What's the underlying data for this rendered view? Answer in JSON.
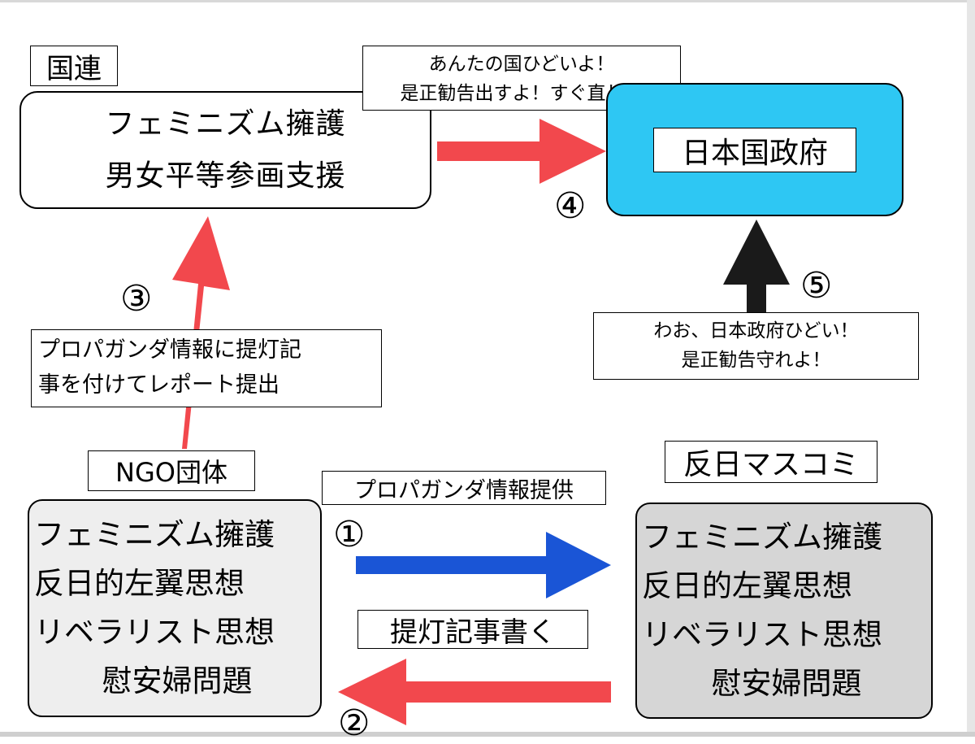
{
  "un": {
    "label": "国連",
    "lines": [
      "フェミニズム擁護",
      "男女平等参画支援"
    ]
  },
  "gov": {
    "label": "日本国政府"
  },
  "speech_un_to_gov": [
    "あんたの国ひどいよ！",
    "是正勧告出すよ！すぐ直し！"
  ],
  "speech_to_gov": [
    "わお、日本政府ひどい！",
    "是正勧告守れよ！"
  ],
  "ngo_report": [
    "プロパガンダ情報に提灯記",
    "事を付けてレポート提出"
  ],
  "ngo": {
    "label": "NGO団体",
    "lines": [
      "フェミニズム擁護",
      "反日的左翼思想",
      "リベラリスト思想",
      "慰安婦問題"
    ]
  },
  "media": {
    "label": "反日マスコミ",
    "lines": [
      "フェミニズム擁護",
      "反日的左翼思想",
      "リベラリスト思想",
      "慰安婦問題"
    ]
  },
  "flow": {
    "propaganda_label": "プロパガンダ情報提供",
    "article_label": "提灯記事書く"
  },
  "steps": [
    "①",
    "②",
    "③",
    "④",
    "⑤"
  ],
  "colors": {
    "red_arrow": "#f2484d",
    "blue_arrow": "#1a55d6",
    "black_arrow": "#1a1a1a",
    "gov_fill": "#2ec7f3",
    "ngo_fill": "#eeeeee",
    "media_fill": "#d6d6d6"
  }
}
